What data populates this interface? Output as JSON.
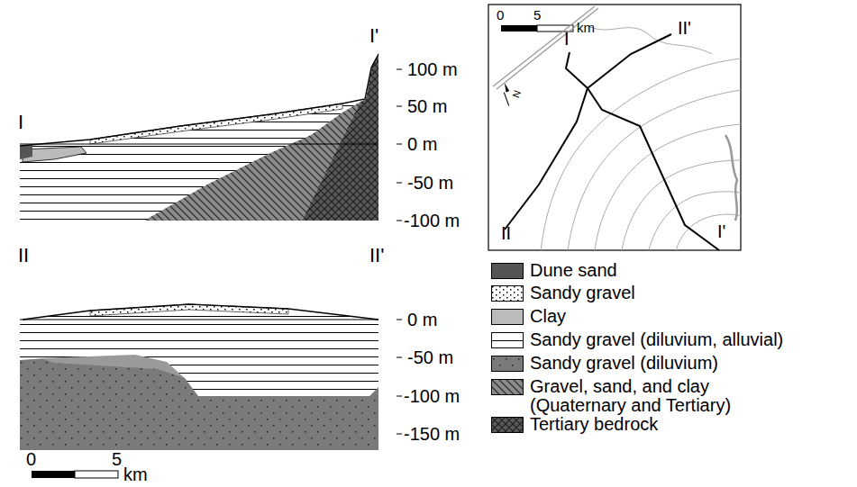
{
  "diagram": {
    "labels": [
      "I",
      "I'",
      "100 m",
      "50 m",
      "0 m",
      "-50 m",
      "-100 m",
      "II",
      "II'",
      "0 m",
      "-50 m",
      "-100 m",
      "-150 m",
      "0",
      "5",
      "km",
      "0",
      "5",
      "km",
      "N",
      "I",
      "II'",
      "II",
      "I'"
    ],
    "legend": [
      {
        "text": "Dune sand",
        "color": "#555555"
      },
      {
        "text": "Sandy gravel"
      },
      {
        "text": "Clay",
        "color": "#bbbbbb"
      },
      {
        "text": "Sandy gravel (diluvium, alluvial)"
      },
      {
        "text": "Sandy gravel (diluvium)"
      },
      {
        "text": "Gravel, sand, and clay (Quaternary and Tertiary)"
      },
      {
        "text": "Tertiary bedrock"
      }
    ]
  }
}
